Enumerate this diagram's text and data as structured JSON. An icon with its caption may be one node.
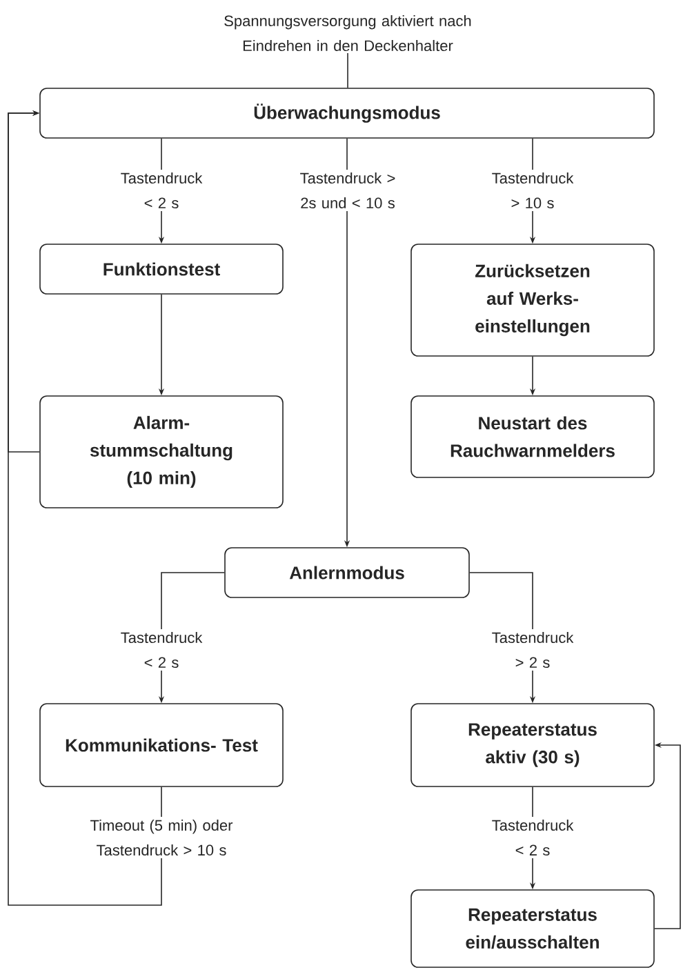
{
  "diagram": {
    "nodes": [
      {
        "text": [
          "Spannungsversorgung aktiviert nach Eindrehen in den Deckenhalter"
        ]
      },
      {
        "text": [
          "Überwachungsmodus"
        ]
      },
      {
        "text": [
          "Funktionstest"
        ]
      },
      {
        "text": [
          "Zurücksetzen auf Werks- einstellungen"
        ]
      },
      {
        "text": [
          "Alarm- stummschaltung (10 min)"
        ]
      },
      {
        "text": [
          "Neustart des Rauchwarnmelders"
        ]
      },
      {
        "text": [
          "Anlernmodus"
        ]
      },
      {
        "text": [
          "Kommunikations- Test"
        ]
      },
      {
        "text": [
          "Repeaterstatus aktiv (30 s)"
        ]
      },
      {
        "text": [
          "Repeaterstatus ein/ausschalten"
        ]
      }
    ],
    "edges": [
      {
        "from": 0,
        "to": 1,
        "arrow": "none"
      },
      {
        "from": 1,
        "to": 2,
        "arrow": "to",
        "label": "Tastendruck < 2 s"
      },
      {
        "from": 1,
        "to": 6,
        "arrow": "to",
        "label": "Tastendruck > 2s und < 10 s"
      },
      {
        "from": 1,
        "to": 3,
        "arrow": "to",
        "label": "Tastendruck > 10 s"
      },
      {
        "from": 2,
        "to": 4,
        "arrow": "to"
      },
      {
        "from": 3,
        "to": 5,
        "arrow": "to"
      },
      {
        "from": 4,
        "to": 1,
        "arrow": "to"
      },
      {
        "from": 6,
        "to": 7,
        "arrow": "to",
        "label": "Tastendruck < 2 s"
      },
      {
        "from": 6,
        "to": 8,
        "arrow": "to",
        "label": "Tastendruck > 2 s"
      },
      {
        "from": 7,
        "to": 1,
        "arrow": "to",
        "label": "Timeout (5 min) oder Tastendruck > 10 s"
      },
      {
        "from": 8,
        "to": 9,
        "arrow": "to",
        "label": "Tastendruck < 2 s"
      },
      {
        "from": 9,
        "to": 8,
        "arrow": "to"
      }
    ]
  }
}
